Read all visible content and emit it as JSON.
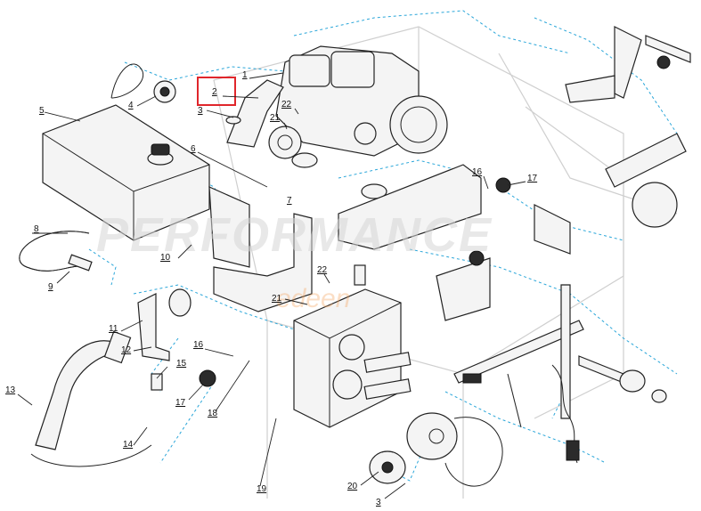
{
  "watermark": {
    "text": "PERFORMANCE",
    "sub": "edeen"
  },
  "callouts": [
    {
      "id": "1",
      "label": "1"
    },
    {
      "id": "2",
      "label": "2",
      "highlighted": true
    },
    {
      "id": "3a",
      "label": "3"
    },
    {
      "id": "3b",
      "label": "3"
    },
    {
      "id": "4",
      "label": "4"
    },
    {
      "id": "5",
      "label": "5"
    },
    {
      "id": "6",
      "label": "6"
    },
    {
      "id": "7",
      "label": "7"
    },
    {
      "id": "8",
      "label": "8"
    },
    {
      "id": "9",
      "label": "9"
    },
    {
      "id": "10",
      "label": "10"
    },
    {
      "id": "11",
      "label": "11"
    },
    {
      "id": "12",
      "label": "12"
    },
    {
      "id": "13",
      "label": "13"
    },
    {
      "id": "14",
      "label": "14"
    },
    {
      "id": "15",
      "label": "15"
    },
    {
      "id": "16a",
      "label": "16"
    },
    {
      "id": "16b",
      "label": "16"
    },
    {
      "id": "17a",
      "label": "17"
    },
    {
      "id": "17b",
      "label": "17"
    },
    {
      "id": "18",
      "label": "18"
    },
    {
      "id": "19",
      "label": "19"
    },
    {
      "id": "20",
      "label": "20"
    },
    {
      "id": "21a",
      "label": "21"
    },
    {
      "id": "21b",
      "label": "21"
    },
    {
      "id": "22a",
      "label": "22"
    },
    {
      "id": "22b",
      "label": "22"
    }
  ],
  "colors": {
    "highlight": "#e0262b",
    "dashed_path": "#2aa6d9",
    "watermark": "#d6d6d6"
  }
}
